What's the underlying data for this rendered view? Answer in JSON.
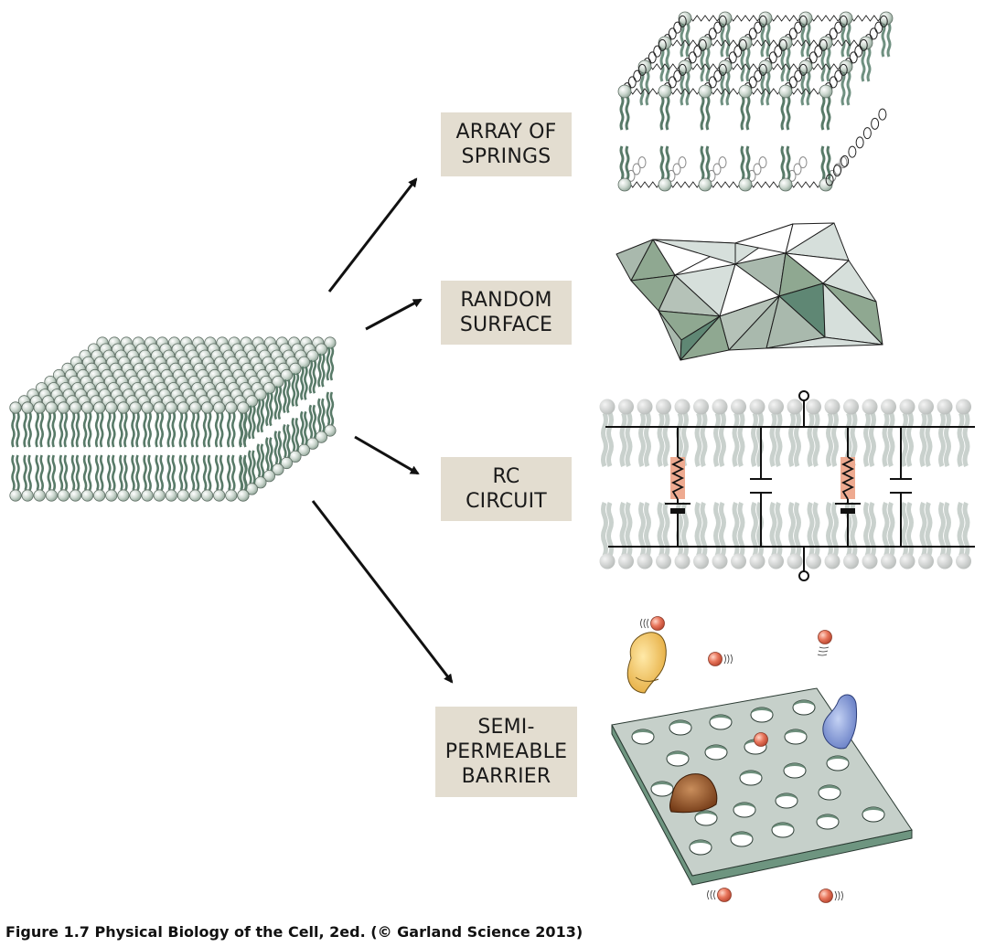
{
  "figure": {
    "caption": "Figure 1.7  Physical Biology of the Cell, 2ed. (© Garland Science 2013)",
    "source_object": "lipid-bilayer-slab",
    "colors": {
      "label_box": "#e3ddd0",
      "lipid_head": "#c9d4cc",
      "lipid_tail": "#587a68",
      "arrow": "#111111",
      "resistor_highlight": "#eeaa90",
      "plate": "#c6d0ca",
      "plate_edge": "#6e9580",
      "ion": "#e06a52",
      "protein_yellow": "#f2c25a",
      "protein_blue": "#6f86c8",
      "protein_brown": "#8a4a1e"
    }
  },
  "models": [
    {
      "id": "springs",
      "lines": [
        "ARRAY OF",
        "SPRINGS"
      ],
      "illustration": "lipid-spring-lattice"
    },
    {
      "id": "surface",
      "lines": [
        "RANDOM",
        "SURFACE"
      ],
      "illustration": "triangulated-surface"
    },
    {
      "id": "circuit",
      "lines": [
        "RC",
        "CIRCUIT"
      ],
      "illustration": "membrane-rc-circuit"
    },
    {
      "id": "barrier",
      "lines": [
        "SEMI-",
        "PERMEABLE",
        "BARRIER"
      ],
      "illustration": "perforated-plate"
    }
  ]
}
